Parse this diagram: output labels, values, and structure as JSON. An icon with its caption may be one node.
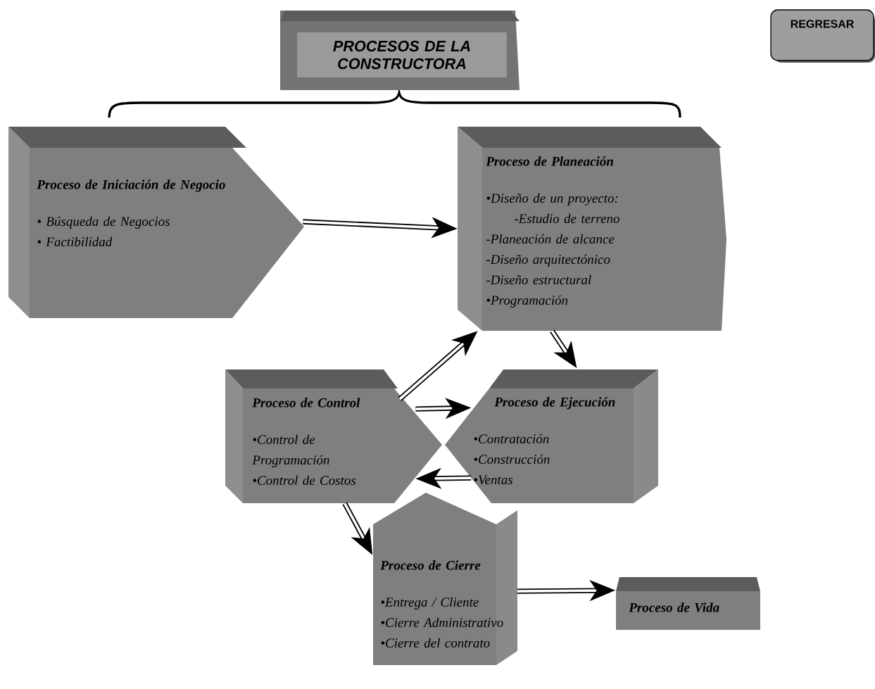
{
  "diagram": {
    "nodes": [
      {
        "text": [
          "PROCESOS DE LA CONSTRUCTORA"
        ]
      },
      {
        "text": [
          "REGRESAR"
        ]
      },
      {
        "text": [
          "Proceso de Iniciación de Negocio",
          "• Búsqueda de Negocios",
          "• Factibilidad"
        ]
      },
      {
        "text": [
          "Proceso de Planeación",
          "•Diseño de un proyecto:",
          "-Estudio de terreno",
          "-Planeación de alcance",
          "-Diseño arquitectónico",
          "-Diseño estructural",
          "•Programación"
        ]
      },
      {
        "text": [
          "Proceso de Control",
          "•Control de Programación",
          "•Control de Costos"
        ]
      },
      {
        "text": [
          "Proceso de Ejecución",
          "•Contratación",
          "•Construcción",
          "•Ventas"
        ]
      },
      {
        "text": [
          "Proceso de Cierre",
          "•Entrega / Cliente",
          "•Cierre Administrativo",
          "•Cierre del contrato"
        ]
      },
      {
        "text": [
          "Proceso de Vida"
        ]
      }
    ],
    "edges": [
      {
        "from": 2,
        "to": 3,
        "arrow": "to"
      },
      {
        "from": 3,
        "to": 5,
        "arrow": "to"
      },
      {
        "from": 4,
        "to": 3,
        "arrow": "to"
      },
      {
        "from": 4,
        "to": 5,
        "arrow": "to"
      },
      {
        "from": 5,
        "to": 4,
        "arrow": "to"
      },
      {
        "from": 4,
        "to": 6,
        "arrow": "to"
      },
      {
        "from": 6,
        "to": 7,
        "arrow": "to"
      }
    ]
  }
}
